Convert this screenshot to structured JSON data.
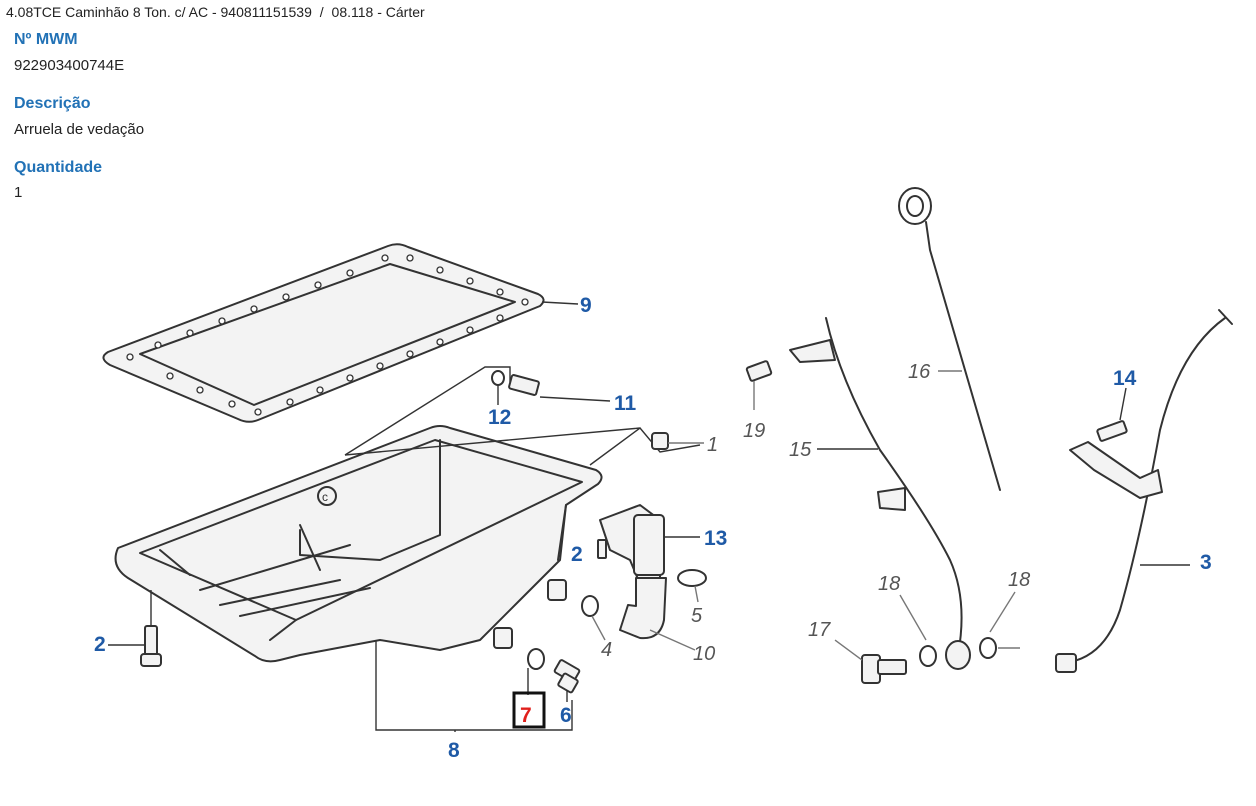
{
  "breadcrumb": {
    "model": "4.08TCE Caminhão 8 Ton. c/ AC - 940811151539",
    "separator": "/",
    "section": "08.118 - Cárter"
  },
  "fields": {
    "part_number_label": "Nº MWM",
    "part_number_value": "922903400744E",
    "description_label": "Descrição",
    "description_value": "Arruela de vedação",
    "quantity_label": "Quantidade",
    "quantity_value": "1"
  },
  "diagram": {
    "selected_callout": "7",
    "callouts": {
      "c1": "1",
      "c2a": "2",
      "c2b": "2",
      "c3": "3",
      "c4": "4",
      "c5": "5",
      "c6": "6",
      "c7": "7",
      "c8": "8",
      "c9": "9",
      "c10": "10",
      "c11": "11",
      "c12": "12",
      "c13": "13",
      "c14": "14",
      "c15": "15",
      "c16": "16",
      "c17": "17",
      "c18a": "18",
      "c18b": "18",
      "c19": "19"
    }
  }
}
